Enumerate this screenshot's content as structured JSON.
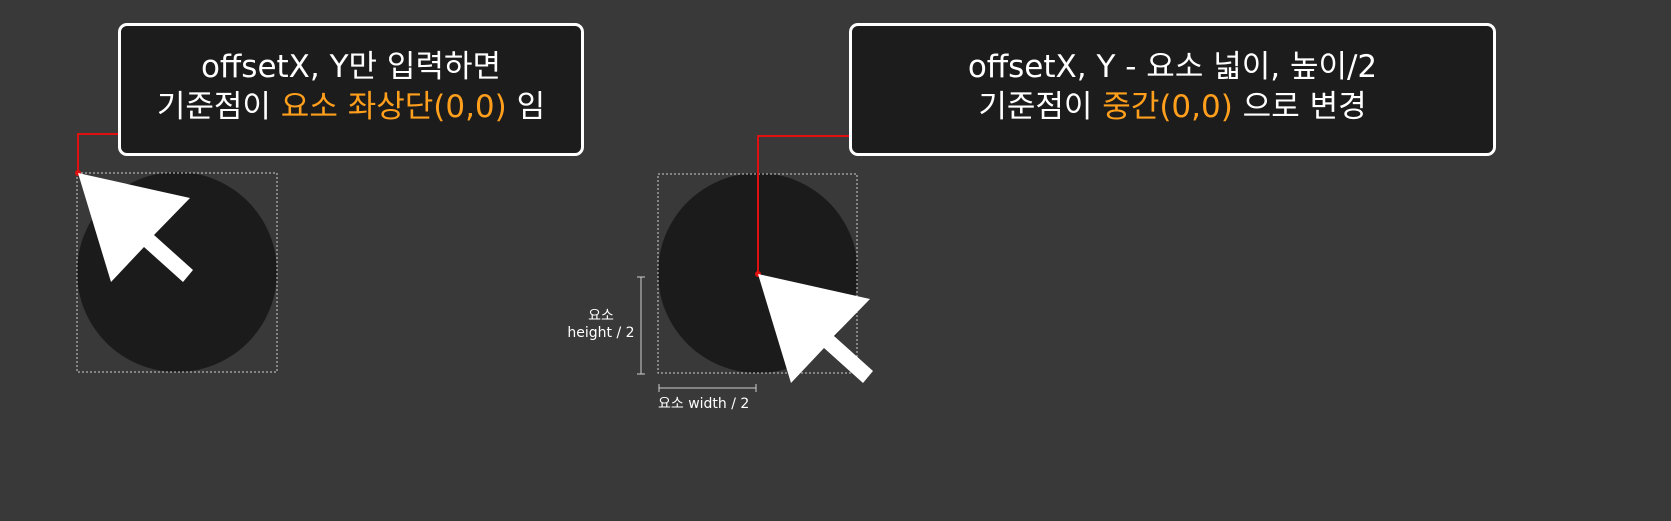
{
  "colors": {
    "background": "#393939",
    "panel": "#1c1c1c",
    "circle": "#1b1b1b",
    "highlight": "#ff9f1c",
    "pointer_line": "#e01010",
    "cursor": "#ffffff"
  },
  "callout_left": {
    "line1": "offsetX, Y만 입력하면",
    "line2_prefix": "기준점이 ",
    "line2_highlight": "요소 좌상단(0,0)",
    "line2_suffix": " 임"
  },
  "callout_right": {
    "line1": "offsetX, Y - 요소 넓이, 높이/2",
    "line2_prefix": "기준점이 ",
    "line2_highlight": "중간(0,0)",
    "line2_suffix": " 으로 변경"
  },
  "dimensions": {
    "height_label_line1": "요소",
    "height_label_line2": "height / 2",
    "width_label": "요소 width / 2"
  },
  "icons": [
    "cursor-arrow-icon"
  ]
}
